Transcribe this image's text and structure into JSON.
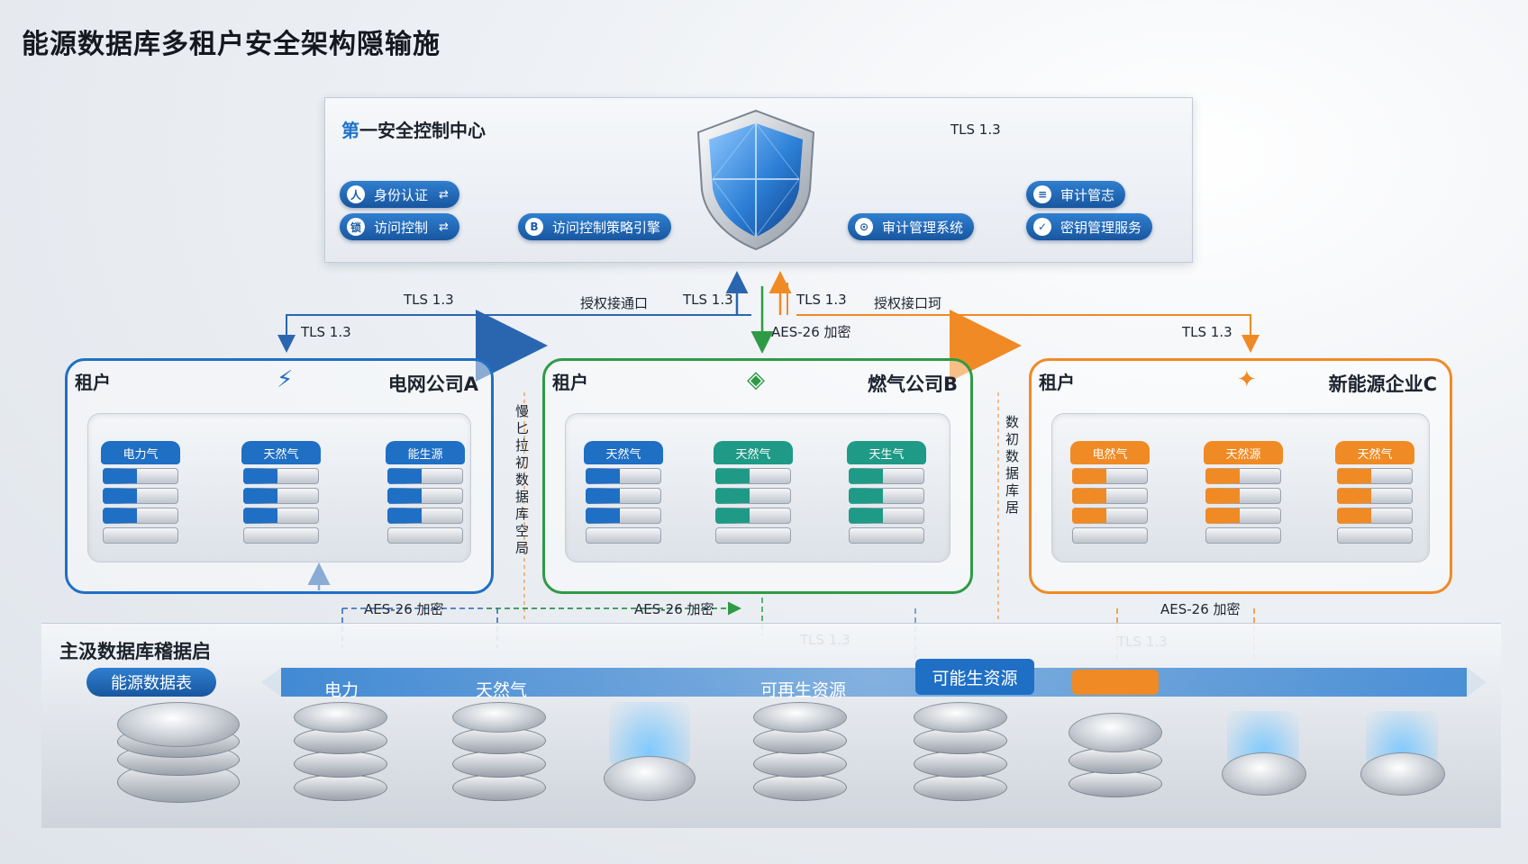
{
  "title": "能源数据库多租户安全架构隠输施",
  "control_center": {
    "title_accent": "第",
    "title_rest": "一安全控制中心",
    "pills": [
      {
        "label": "身份认证",
        "icon": "user-icon"
      },
      {
        "label": "访问控制",
        "icon": "lock-icon"
      },
      {
        "label": "访问控制策略引擎",
        "icon": "policy-icon"
      },
      {
        "label": "审计管理系统",
        "icon": "audit-icon"
      },
      {
        "label": "审计管志",
        "icon": "layers-icon"
      },
      {
        "label": "密钥管理服务",
        "icon": "check-icon"
      }
    ],
    "tls_label": "TLS 1.3",
    "pill_glyphs": {
      "user": "人",
      "lock": "锁",
      "policy": "B",
      "audit": "⊙",
      "layers": "≡",
      "check": "✓",
      "ext": "⇄"
    }
  },
  "links": {
    "tls": "TLS 1.3",
    "auth_channel_left": "授权接通口",
    "auth_channel_right": "授权接口珂",
    "aes": "AES-26 加密",
    "isolation_left": "慢匕拉初数据库空局",
    "isolation_right": "数初数据库居"
  },
  "tenants": [
    {
      "header": "租户",
      "name": "电网公司A",
      "color": "#1f6fc4",
      "icon": "grid-icon",
      "icon_glyph": "⚡",
      "dbs": [
        "电力气",
        "天然气",
        "能生源"
      ]
    },
    {
      "header": "租户",
      "name": "燃气公司B",
      "color": "#2f9a46",
      "icon": "gas-icon",
      "icon_glyph": "◈",
      "dbs": [
        "天然气",
        "天然气",
        "天生气"
      ]
    },
    {
      "header": "租户",
      "name": "新能源企业C",
      "color": "#f08a24",
      "icon": "energy-icon",
      "icon_glyph": "✦",
      "dbs": [
        "电然气",
        "天然源",
        "天然气"
      ]
    }
  ],
  "tenant_db_colors": [
    [
      "#1f6fc4",
      "#1f6fc4",
      "#1f6fc4"
    ],
    [
      "#1f6fc4",
      "#1f9a86",
      "#1f9a86"
    ],
    [
      "#f08a24",
      "#f08a24",
      "#f08a24"
    ]
  ],
  "storage": {
    "title": "主汲数据库稽据启",
    "badge": "能源数据表",
    "band_labels": [
      "电力",
      "天然气",
      "可再生资源",
      "可能生资源"
    ]
  }
}
